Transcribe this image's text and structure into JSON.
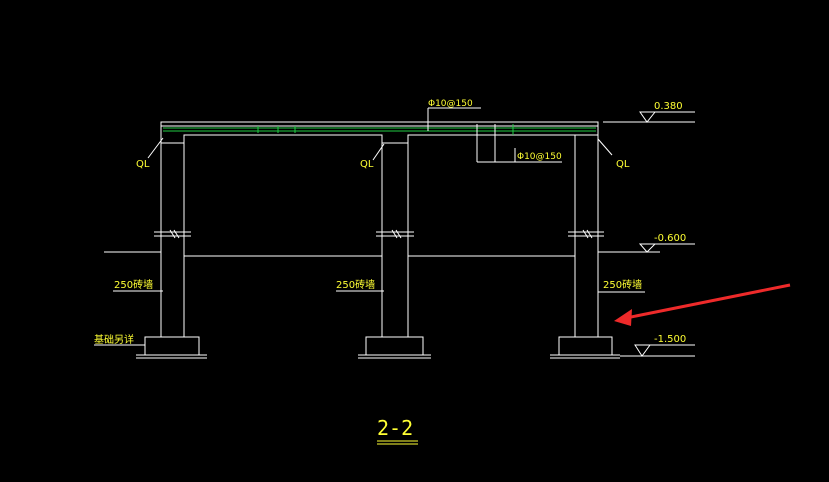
{
  "section_title": "2-2",
  "labels": {
    "beam_left": "QL",
    "beam_middle": "QL",
    "beam_right": "QL",
    "rebar_top": "Φ10@150",
    "rebar_right": "Φ10@150",
    "wall_left": "250砖墙",
    "wall_middle": "250砖墙",
    "wall_right": "250砖墙",
    "foundation_note": "基础另详"
  },
  "elevations": {
    "top": "0.380",
    "mid": "-0.600",
    "bottom": "-1.500"
  },
  "colors": {
    "background": "#000000",
    "outline": "#ffffff",
    "rebar": "#22cc44",
    "text": "#ffff33",
    "arrow": "#ee2a2a"
  }
}
